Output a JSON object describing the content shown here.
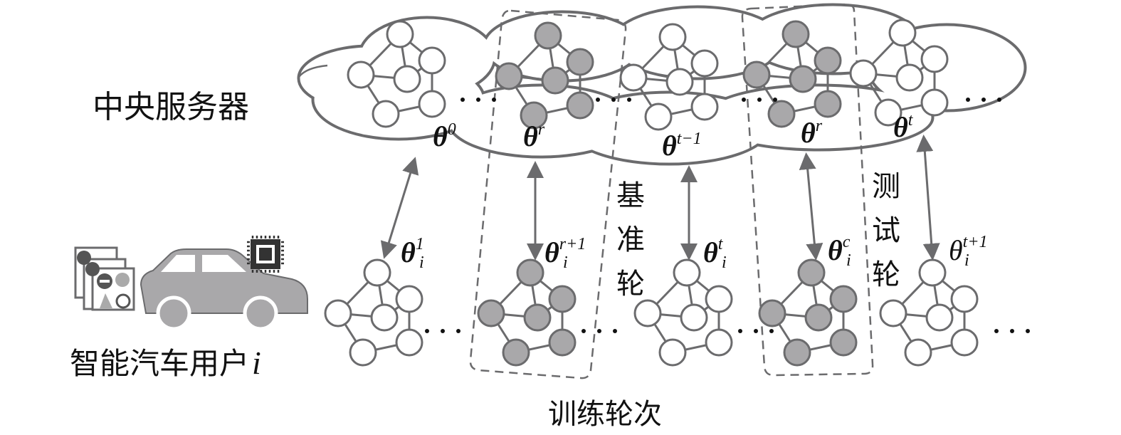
{
  "labels": {
    "server": "中央服务器",
    "user": "智能汽车用户",
    "user_var": "i",
    "benchmark_round": [
      "基",
      "准",
      "轮"
    ],
    "test_round": [
      "测",
      "试",
      "轮"
    ],
    "training_rounds": "训练轮次",
    "ellipsis": "· · ·"
  },
  "server_params": [
    {
      "base": "θ",
      "sup": "0",
      "filled": false
    },
    {
      "base": "θ",
      "sup": "r",
      "filled": true
    },
    {
      "base": "θ",
      "sup": "t−1",
      "filled": false
    },
    {
      "base": "θ",
      "sup": "r",
      "filled": true
    },
    {
      "base": "θ",
      "sup": "t",
      "filled": false
    }
  ],
  "client_params": [
    {
      "base": "θ",
      "sub": "i",
      "sup": "1",
      "filled": false
    },
    {
      "base": "θ",
      "sub": "i",
      "sup": "r+1",
      "filled": true
    },
    {
      "base": "θ",
      "sub": "i",
      "sup": "t",
      "filled": false
    },
    {
      "base": "θ",
      "sub": "i",
      "sup": "c",
      "filled": true
    },
    {
      "base": "θ",
      "sub": "i",
      "sup": "t+1",
      "filled": false
    }
  ],
  "colors": {
    "stroke": "#6b6b6d",
    "fill": "#a9a8aa",
    "arrow": "#6b6b6d",
    "chip": "#333"
  }
}
